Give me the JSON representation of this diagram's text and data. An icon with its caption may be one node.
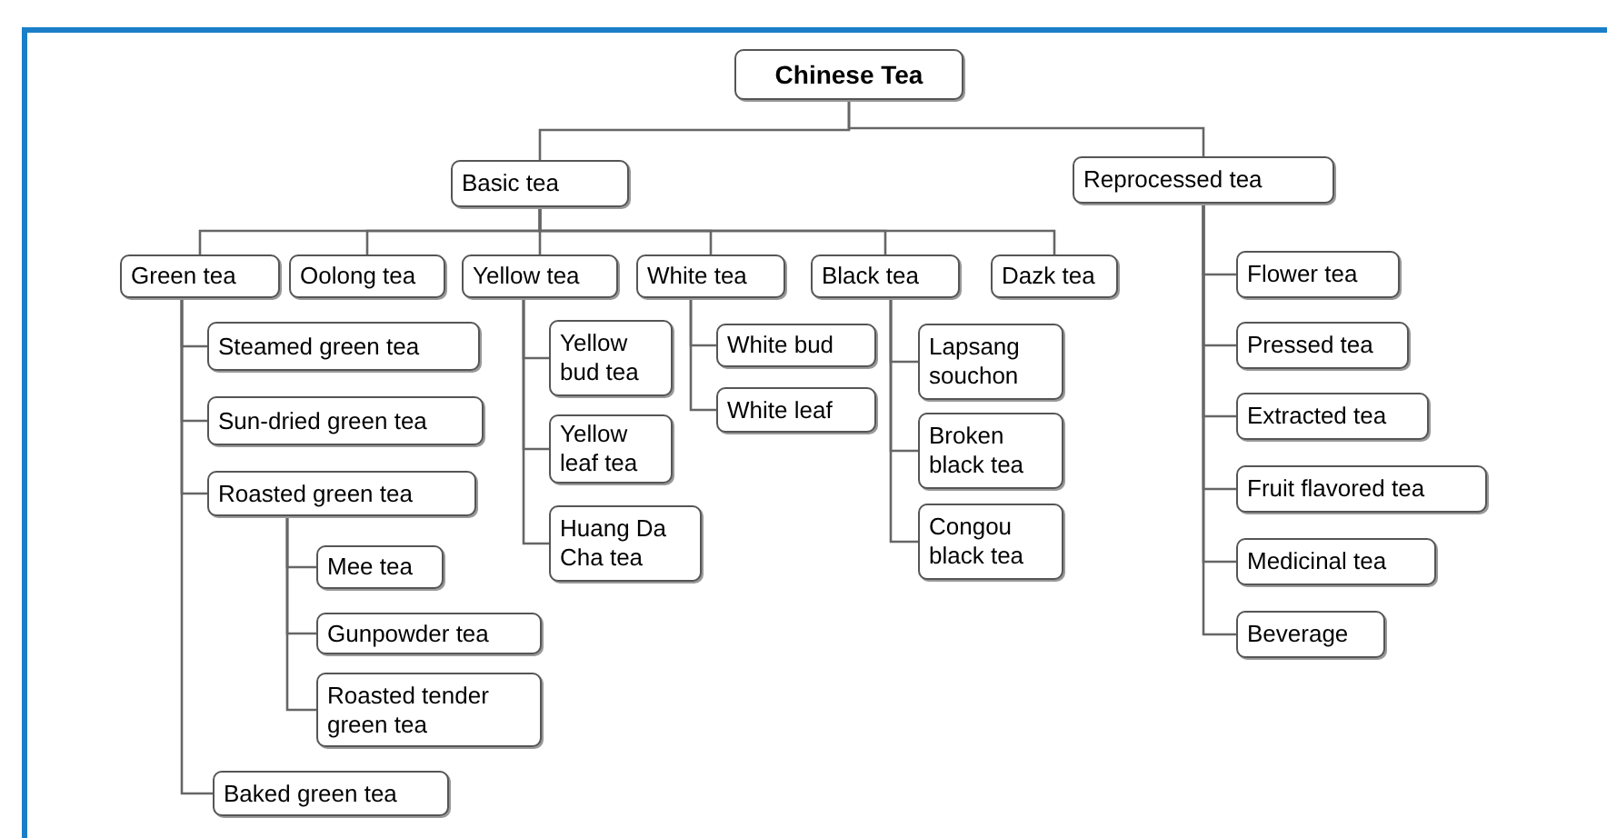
{
  "diagram": {
    "nodes": [
      {
        "text": [
          "Chinese Tea"
        ]
      },
      {
        "text": [
          "Basic tea"
        ]
      },
      {
        "text": [
          "Reprocessed tea"
        ]
      },
      {
        "text": [
          "Green tea"
        ]
      },
      {
        "text": [
          "Oolong tea"
        ]
      },
      {
        "text": [
          "Yellow tea"
        ]
      },
      {
        "text": [
          "White tea"
        ]
      },
      {
        "text": [
          "Black tea"
        ]
      },
      {
        "text": [
          "Dazk tea"
        ]
      },
      {
        "text": [
          "Steamed green tea"
        ]
      },
      {
        "text": [
          "Sun-dried green tea"
        ]
      },
      {
        "text": [
          "Roasted green tea"
        ]
      },
      {
        "text": [
          "Mee tea"
        ]
      },
      {
        "text": [
          "Gunpowder tea"
        ]
      },
      {
        "text": [
          "Roasted tender green tea"
        ]
      },
      {
        "text": [
          "Baked green tea"
        ]
      },
      {
        "text": [
          "Yellow bud tea"
        ]
      },
      {
        "text": [
          "Yellow leaf tea"
        ]
      },
      {
        "text": [
          "Huang Da Cha tea"
        ]
      },
      {
        "text": [
          "White bud"
        ]
      },
      {
        "text": [
          "White leaf"
        ]
      },
      {
        "text": [
          "Lapsang souchon"
        ]
      },
      {
        "text": [
          "Broken black tea"
        ]
      },
      {
        "text": [
          "Congou black tea"
        ]
      },
      {
        "text": [
          "Flower tea"
        ]
      },
      {
        "text": [
          "Pressed tea"
        ]
      },
      {
        "text": [
          "Extracted tea"
        ]
      },
      {
        "text": [
          "Fruit flavored tea"
        ]
      },
      {
        "text": [
          "Medicinal tea"
        ]
      },
      {
        "text": [
          "Beverage"
        ]
      }
    ],
    "edges": [
      {
        "from": 0,
        "to": 1,
        "arrow": "none"
      },
      {
        "from": 0,
        "to": 2,
        "arrow": "none"
      },
      {
        "from": 1,
        "to": 3,
        "arrow": "none"
      },
      {
        "from": 1,
        "to": 4,
        "arrow": "none"
      },
      {
        "from": 1,
        "to": 5,
        "arrow": "none"
      },
      {
        "from": 1,
        "to": 6,
        "arrow": "none"
      },
      {
        "from": 1,
        "to": 7,
        "arrow": "none"
      },
      {
        "from": 1,
        "to": 8,
        "arrow": "none"
      },
      {
        "from": 3,
        "to": 9,
        "arrow": "none"
      },
      {
        "from": 3,
        "to": 10,
        "arrow": "none"
      },
      {
        "from": 3,
        "to": 11,
        "arrow": "none"
      },
      {
        "from": 11,
        "to": 12,
        "arrow": "none"
      },
      {
        "from": 11,
        "to": 13,
        "arrow": "none"
      },
      {
        "from": 11,
        "to": 14,
        "arrow": "none"
      },
      {
        "from": 3,
        "to": 15,
        "arrow": "none"
      },
      {
        "from": 5,
        "to": 16,
        "arrow": "none"
      },
      {
        "from": 5,
        "to": 17,
        "arrow": "none"
      },
      {
        "from": 5,
        "to": 18,
        "arrow": "none"
      },
      {
        "from": 6,
        "to": 19,
        "arrow": "none"
      },
      {
        "from": 6,
        "to": 20,
        "arrow": "none"
      },
      {
        "from": 7,
        "to": 21,
        "arrow": "none"
      },
      {
        "from": 7,
        "to": 22,
        "arrow": "none"
      },
      {
        "from": 7,
        "to": 23,
        "arrow": "none"
      },
      {
        "from": 2,
        "to": 24,
        "arrow": "none"
      },
      {
        "from": 2,
        "to": 25,
        "arrow": "none"
      },
      {
        "from": 2,
        "to": 26,
        "arrow": "none"
      },
      {
        "from": 2,
        "to": 27,
        "arrow": "none"
      },
      {
        "from": 2,
        "to": 28,
        "arrow": "none"
      },
      {
        "from": 2,
        "to": 29,
        "arrow": "none"
      }
    ]
  }
}
